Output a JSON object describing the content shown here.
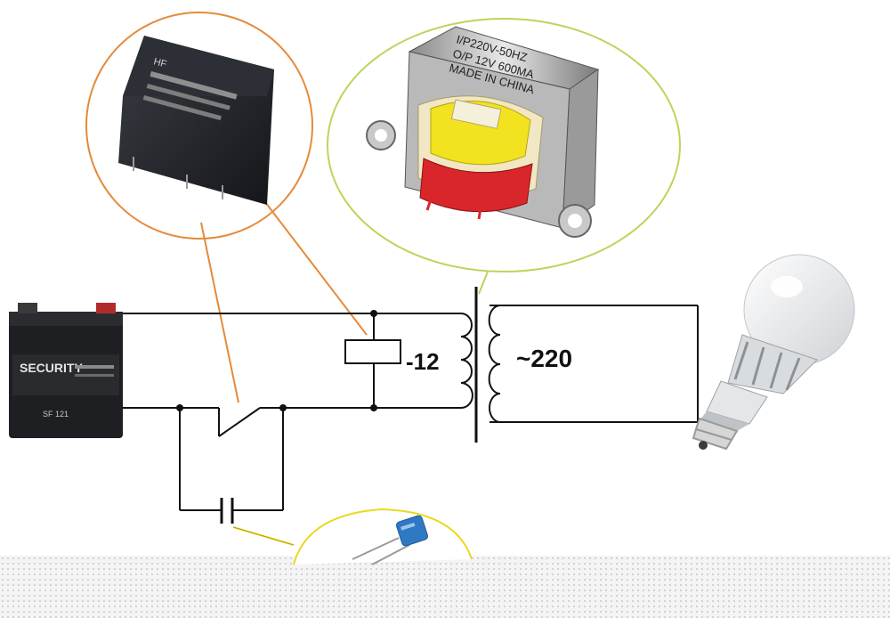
{
  "diagram": {
    "labels": {
      "low_voltage": "-12",
      "high_voltage": "~220"
    },
    "components": {
      "battery": {
        "brand": "SECURITY",
        "model": "SF 121"
      },
      "relay": {
        "brand": "HF"
      },
      "transformer": {
        "line1": "I/P220V-50HZ",
        "line2": "O/P 12V 600MA",
        "line3": "MADE IN CHINA"
      },
      "capacitor": {},
      "bulb": {}
    },
    "colors": {
      "wire": "#111111",
      "relay_callout": "#e58a3a",
      "transformer_callout": "#b9d65c",
      "capacitor_callout": "#ecd81f"
    }
  }
}
